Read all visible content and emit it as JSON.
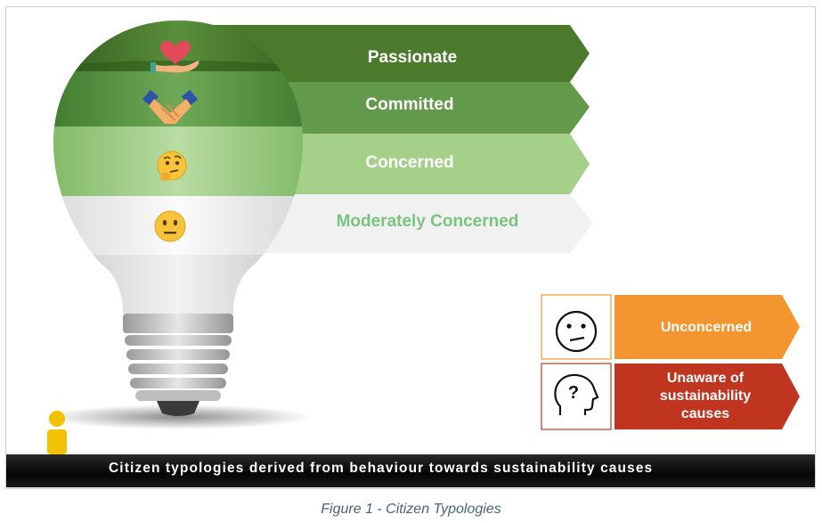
{
  "figure_caption": "Figure 1 - Citizen Typologies",
  "banner_text": "Citizen typologies derived from behaviour towards sustainability causes",
  "bulb_levels": [
    {
      "label": "Passionate",
      "icon": "heart-in-hand-icon",
      "arrow_color": "#4c7a2c",
      "text_color": "#ffffff"
    },
    {
      "label": "Committed",
      "icon": "handshake-icon",
      "arrow_color": "#62994a",
      "text_color": "#ffffff"
    },
    {
      "label": "Concerned",
      "icon": "thinking-face-icon",
      "arrow_color": "#a5d08a",
      "text_color": "#ffffff"
    },
    {
      "label": "Moderately Concerned",
      "icon": "neutral-face-icon",
      "arrow_color": "#f0f0f0",
      "text_color": "#79c37f"
    }
  ],
  "outside_levels": [
    {
      "label": "Unconcerned",
      "icon": "confused-face-icon",
      "color": "#f4962f"
    },
    {
      "label": "Unaware of sustainability causes",
      "icon": "head-question-icon",
      "color": "#c0351f"
    }
  ],
  "colors": {
    "dark_green": "#4c7a2c",
    "mid_green": "#62994a",
    "light_green": "#a5d08a",
    "light_grey": "#f0f0f0",
    "orange": "#f4962f",
    "red": "#c0351f",
    "person_yellow": "#f2c200"
  }
}
